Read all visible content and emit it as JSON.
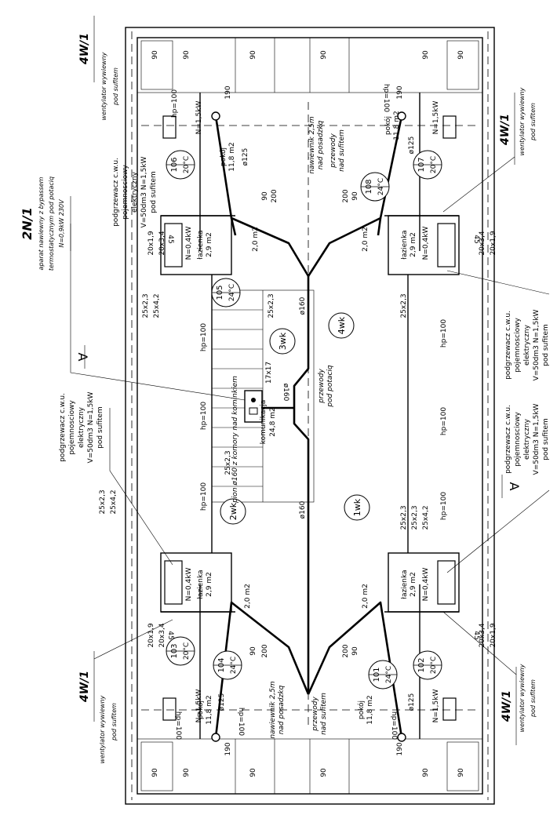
{
  "rooms": [
    {
      "num": "106",
      "temp": "20°C"
    },
    {
      "num": "107",
      "temp": "20°C"
    },
    {
      "num": "108",
      "temp": "24°C"
    },
    {
      "num": "105",
      "temp": "24°C"
    },
    {
      "num": "103",
      "temp": "20°C"
    },
    {
      "num": "104",
      "temp": "24°C"
    },
    {
      "num": "101",
      "temp": "24°C"
    },
    {
      "num": "102",
      "temp": "20°C"
    }
  ],
  "zones": [
    "3wk",
    "4wk",
    "2wk",
    "1wk"
  ],
  "units": {
    "fan": "4W/1",
    "supply": "2N/1"
  },
  "notes": {
    "fan_1": "wentylator wywiewny",
    "fan_2": "pod sufitem",
    "heater_1": "podgrzewacz c.w.u.",
    "heater_2": "pojemnosciowy",
    "heater_3": "elektryczny",
    "heater_4": "V=50dm3  N=1,5kW",
    "heater_5": "pod sufitem",
    "supply_1": "aparat nawiewny z bypassem",
    "supply_2": "termostatycznym pod potaciq",
    "supply_3": "N=0,9kW   230V",
    "pokoj": "pokój",
    "area_room": "11,8 m2",
    "lazienka": "łazienka",
    "area_bath": "2,9 m2",
    "komunikacja": "komunikacja",
    "area_corr": "24,8 m2",
    "nawiewnik_1": "nawiewnik 2,5m",
    "nawiewnik_2": "nad posadzkq",
    "przewody_1": "przewody",
    "przewody_2": "nad sufitem",
    "przewody_3": "pod potaciq",
    "pion": "pion ø160 z komory nad kominkiem",
    "hp100": "hp=100",
    "d125": "ø125",
    "d160": "ø160",
    "d160_rev": "ø160",
    "n15": "N=1,5kW",
    "n04": "N=0,4kW",
    "area_20": "2,0 m2",
    "stair": "17x17",
    "s90": "90",
    "s190": "190",
    "s200": "200",
    "s45": "45",
    "g25x23": "25x2,3",
    "g25x42": "25x4,2",
    "g20x19": "20x1,9",
    "g20x34": "20x3,4",
    "section": "A"
  }
}
